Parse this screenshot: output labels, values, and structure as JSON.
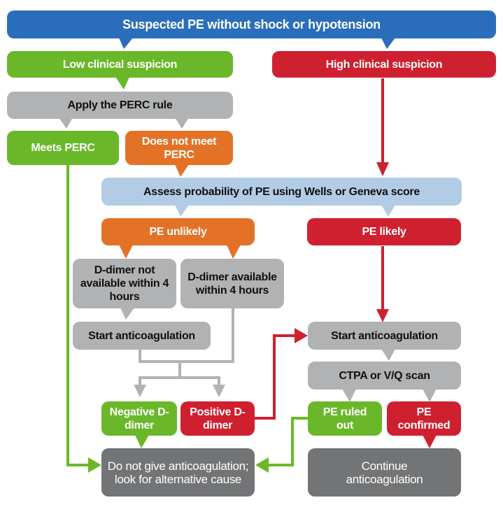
{
  "colors": {
    "blue": "#2a6ebb",
    "green": "#6ab82a",
    "red": "#cf2030",
    "orange": "#e37227",
    "grey": "#b1b2b4",
    "light_blue": "#b3cce6",
    "dark_grey": "#737476"
  },
  "nodes": {
    "start": "Suspected PE without shock or hypotension",
    "low_suspicion": "Low clinical suspicion",
    "high_suspicion": "High clinical suspicion",
    "apply_perc": "Apply the PERC rule",
    "meets_perc": "Meets PERC",
    "not_meet_perc": "Does not meet PERC",
    "assess_probability": "Assess probability of PE using Wells or Geneva score",
    "pe_unlikely": "PE unlikely",
    "pe_likely": "PE likely",
    "ddimer_not_available": "D-dimer not available within 4 hours",
    "ddimer_available": "D-dimer available within 4 hours",
    "start_anticoag_left": "Start anticoagulation",
    "start_anticoag_right": "Start anticoagulation",
    "ctpa": "CTPA or V/Q scan",
    "negative_ddimer": "Negative D-dimer",
    "positive_ddimer": "Positive D-dimer",
    "pe_ruled_out": "PE ruled out",
    "pe_confirmed": "PE confirmed",
    "no_anticoag": "Do not give anticoagulation; look for alternative cause",
    "continue_anticoag": "Continue anticoagulation"
  }
}
